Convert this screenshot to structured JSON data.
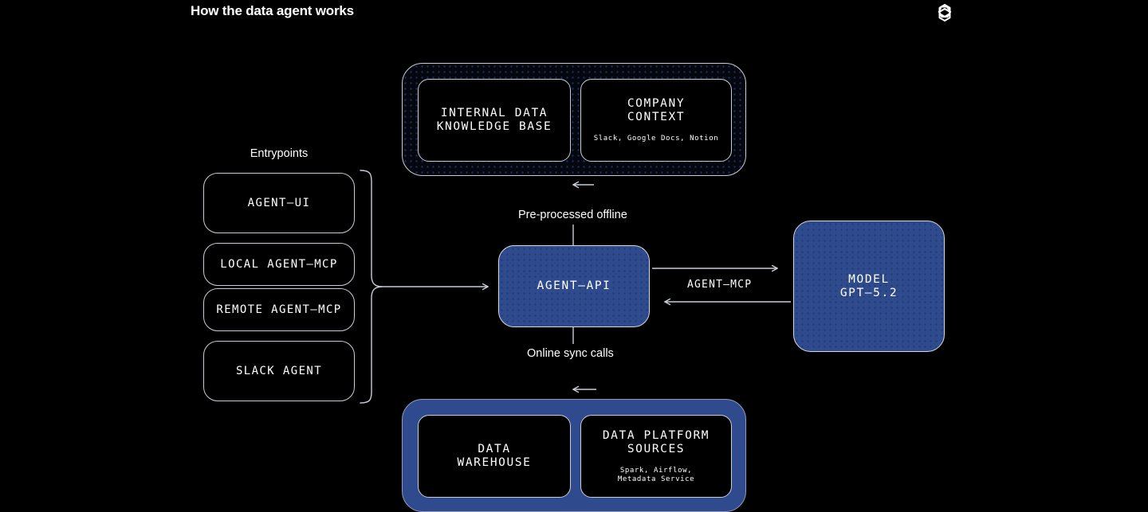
{
  "page": {
    "title": "How the data agent works",
    "background": "#000000",
    "logo": "openai-logo"
  },
  "colors": {
    "accent_blue": "#2f4b8d",
    "dot_navy": "#1d2a55",
    "stroke": "#c9cdd6",
    "text": "#ffffff"
  },
  "entrypoints": {
    "label": "Entrypoints",
    "items": [
      {
        "id": "agent-ui",
        "title": "AGENT—UI"
      },
      {
        "id": "local-mcp",
        "title": "LOCAL AGENT—MCP"
      },
      {
        "id": "remote-mcp",
        "title": "REMOTE AGENT—MCP"
      },
      {
        "id": "slack-agent",
        "title": "SLACK AGENT"
      }
    ]
  },
  "core": {
    "agent_api": {
      "title": "AGENT—API"
    },
    "model": {
      "title": "MODEL\nGPT—5.2"
    }
  },
  "knowledge_container": {
    "boxes": [
      {
        "id": "internal-kb",
        "title": "INTERNAL DATA\nKNOWLEDGE BASE",
        "sub": ""
      },
      {
        "id": "company-context",
        "title": "COMPANY\nCONTEXT",
        "sub": "Slack, Google Docs, Notion"
      }
    ]
  },
  "data_container": {
    "boxes": [
      {
        "id": "data-warehouse",
        "title": "DATA\nWAREHOUSE",
        "sub": ""
      },
      {
        "id": "data-platform-sources",
        "title": "DATA PLATFORM\nSOURCES",
        "sub": "Spark, Airflow,\nMetadata Service"
      }
    ]
  },
  "connectors": {
    "preprocessed": "Pre-processed offline",
    "online_sync": "Online sync calls",
    "agent_mcp": "AGENT—MCP"
  }
}
